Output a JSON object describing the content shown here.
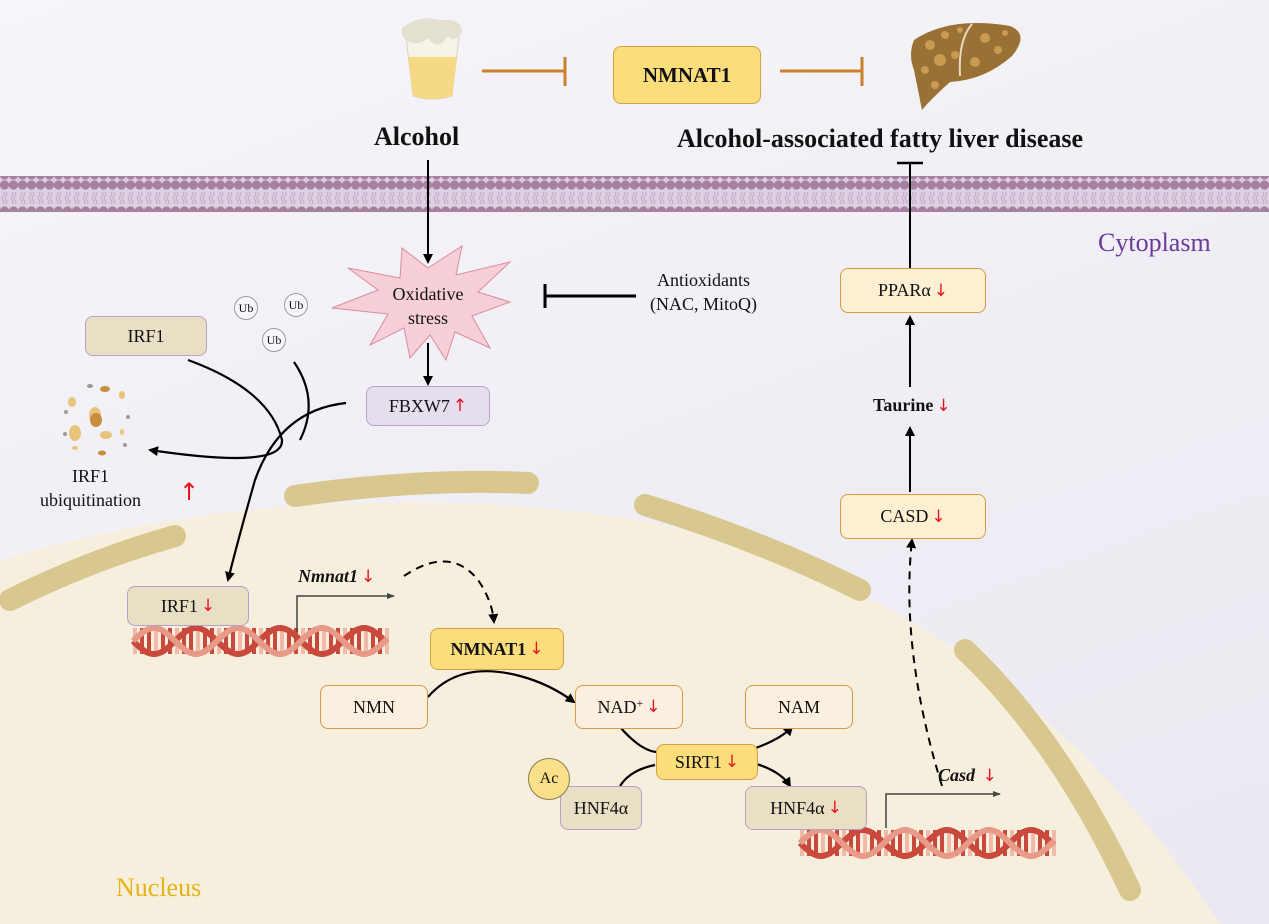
{
  "top": {
    "alcohol_label": "Alcohol",
    "nmnat1_label": "NMNAT1",
    "disease_label": "Alcohol-associated fatty liver disease",
    "inhibit_color": "#c9822b"
  },
  "compartments": {
    "cytoplasm_label": "Cytoplasm",
    "nucleus_label": "Nucleus",
    "cytoplasm_color": "#6a3a9a",
    "nucleus_color": "#e6b317"
  },
  "cytoplasm": {
    "oxidative_stress_label": [
      "Oxidative",
      "stress"
    ],
    "antioxidants_label": [
      "Antioxidants",
      "(NAC, MitoQ)"
    ],
    "ub_label": "Ub",
    "irf1_label": "IRF1",
    "fbxw7": {
      "label": "FBXW7",
      "change": "↑"
    },
    "irf1_ubiquitination": {
      "label": [
        "IRF1",
        "ubiquitination"
      ],
      "change": "↑"
    },
    "ppara": {
      "label": "PPARα",
      "change": "↓"
    },
    "taurine": {
      "label": "Taurine",
      "change": "↓"
    },
    "casd": {
      "label": "CASD",
      "change": "↓"
    }
  },
  "nucleus": {
    "irf1": {
      "label": "IRF1",
      "change": "↓"
    },
    "nmnat1_gene": {
      "label": "Nmnat1",
      "change": "↓"
    },
    "nmnat1_protein": {
      "label": "NMNAT1",
      "change": "↓"
    },
    "nmn_label": "NMN",
    "nad": {
      "label": "NAD",
      "superscript": "+",
      "change": "↓"
    },
    "nam_label": "NAM",
    "sirt1": {
      "label": "SIRT1",
      "change": "↓"
    },
    "ac_label": "Ac",
    "hnf4a_acetylated_label": "HNF4α",
    "hnf4a": {
      "label": "HNF4α",
      "change": "↓"
    },
    "casd_gene": {
      "label": "Casd",
      "change": "↓"
    }
  },
  "change_color": "#e8141c"
}
